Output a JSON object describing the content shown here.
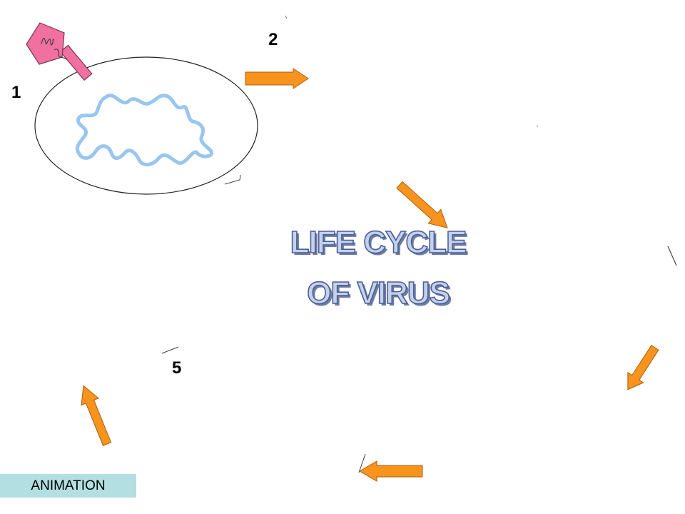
{
  "diagram": {
    "title_line1": "LIFE CYCLE",
    "title_line2": "OF VIRUS",
    "steps": [
      {
        "label": "1"
      },
      {
        "label": "2"
      },
      {
        "label": "5"
      }
    ],
    "animation_button": "ANIMATION"
  },
  "colors": {
    "arrow_fill": "#f7941d",
    "arrow_stroke": "#b05d10",
    "virus_head": "#f0719f",
    "virus_outline": "#7a3550",
    "dna": "#99c6f0",
    "title_text": "#c6d1e8",
    "title_outline": "#4a5f9c",
    "button_bg": "#b3dfe3"
  },
  "icons": [
    "virus-icon",
    "cell-membrane",
    "dna-strand",
    "orange-arrow"
  ]
}
